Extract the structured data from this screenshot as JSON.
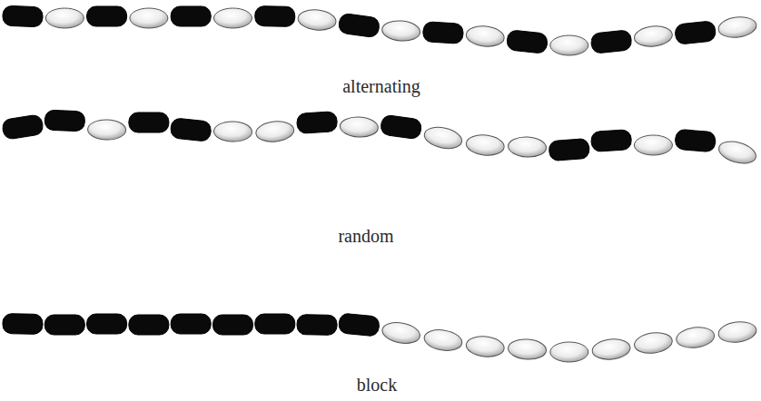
{
  "diagram": {
    "labels": [
      "alternating",
      "random",
      "block"
    ]
  }
}
